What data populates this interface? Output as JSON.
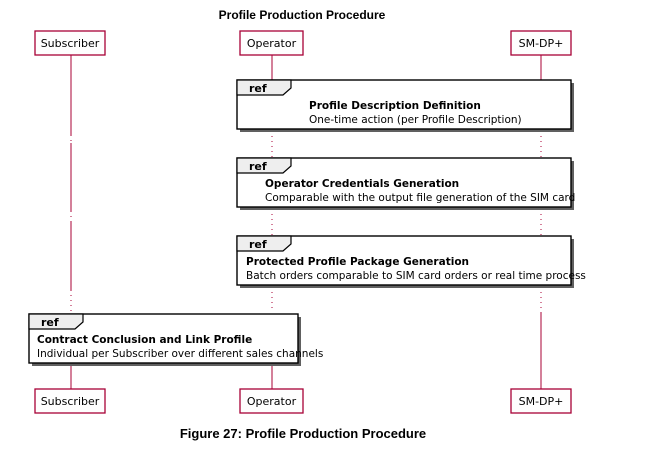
{
  "title": "Profile Production Procedure",
  "caption": "Figure 27: Profile Production Procedure",
  "participants": [
    {
      "name": "Subscriber"
    },
    {
      "name": "Operator"
    },
    {
      "name": "SM-DP+"
    }
  ],
  "refs": [
    {
      "tag": "ref",
      "heading": "Profile Description Definition",
      "detail": "One-time action (per Profile Description)"
    },
    {
      "tag": "ref",
      "heading": "Operator Credentials Generation",
      "detail": "Comparable with the output file generation of the SIM card"
    },
    {
      "tag": "ref",
      "heading": "Protected Profile Package Generation",
      "detail": "Batch orders comparable to SIM card orders or real time process"
    },
    {
      "tag": "ref",
      "heading": "Contract Conclusion and Link Profile",
      "detail": "Individual per Subscriber over different sales channels"
    }
  ],
  "colors": {
    "lifeline": "#a80036",
    "participant_border": "#a80036"
  }
}
